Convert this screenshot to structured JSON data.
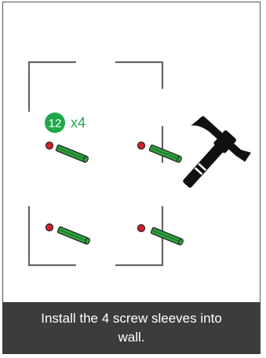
{
  "step": {
    "number": "12",
    "quantity": "x4",
    "badge_color": "#1fa84a",
    "quantity_color": "#1fa84a"
  },
  "caption": "Install the 4 screw sleeves into wall.",
  "colors": {
    "sleeve_green": "#2e9e3e",
    "hole_red": "#d3212b",
    "wall_line": "#666666",
    "hammer": "#111111",
    "caption_bg": "#3c3c3c"
  },
  "icons": [
    "hammer-icon",
    "screw-sleeve-icon",
    "drill-hole-icon"
  ]
}
